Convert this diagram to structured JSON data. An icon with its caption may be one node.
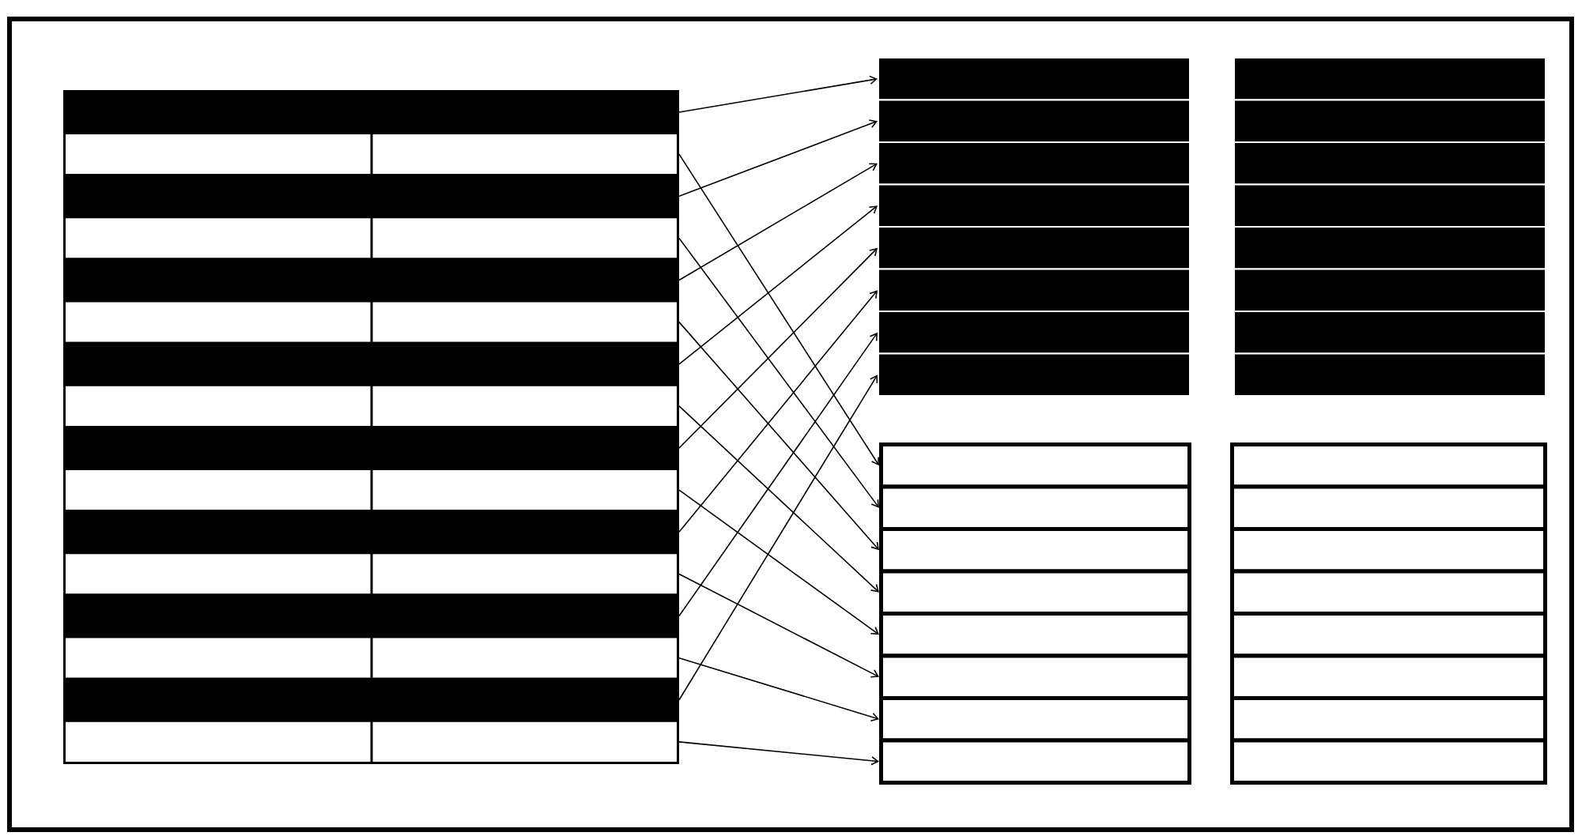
{
  "diagram": {
    "nodes": [
      {
        "text": [],
        "shape": "bar"
      },
      {
        "text": [],
        "shape": "bar"
      },
      {
        "text": [],
        "shape": "bar"
      },
      {
        "text": [],
        "shape": "bar"
      },
      {
        "text": [],
        "shape": "bar"
      },
      {
        "text": [],
        "shape": "bar"
      },
      {
        "text": [],
        "shape": "bar"
      },
      {
        "text": [],
        "shape": "bar"
      },
      {
        "text": [],
        "shape": "bar"
      },
      {
        "text": [],
        "shape": "bar"
      },
      {
        "text": [],
        "shape": "bar"
      },
      {
        "text": [],
        "shape": "bar"
      },
      {
        "text": [],
        "shape": "bar"
      },
      {
        "text": [],
        "shape": "bar"
      },
      {
        "text": [],
        "shape": "bar"
      },
      {
        "text": [],
        "shape": "bar"
      },
      {
        "text": [],
        "shape": "bar"
      },
      {
        "text": [],
        "shape": "bar"
      },
      {
        "text": [],
        "shape": "bar"
      },
      {
        "text": [],
        "shape": "bar"
      },
      {
        "text": [],
        "shape": "bar"
      },
      {
        "text": [],
        "shape": "bar"
      },
      {
        "text": [],
        "shape": "bar"
      },
      {
        "text": [],
        "shape": "bar"
      },
      {
        "text": [],
        "shape": "bar"
      },
      {
        "text": [],
        "shape": "bar"
      },
      {
        "text": [],
        "shape": "bar"
      },
      {
        "text": [],
        "shape": "bar"
      },
      {
        "text": [],
        "shape": "bar"
      },
      {
        "text": [],
        "shape": "bar"
      },
      {
        "text": [],
        "shape": "bar"
      },
      {
        "text": [],
        "shape": "bar"
      },
      {
        "text": [],
        "shape": "bar"
      },
      {
        "text": [],
        "shape": "bar"
      },
      {
        "text": [],
        "shape": "bar"
      },
      {
        "text": [],
        "shape": "bar"
      },
      {
        "text": [],
        "shape": "bar"
      },
      {
        "text": [],
        "shape": "bar"
      },
      {
        "text": [],
        "shape": "bar"
      },
      {
        "text": [],
        "shape": "bar"
      },
      {
        "text": [],
        "shape": "bar"
      },
      {
        "text": [],
        "shape": "bar"
      },
      {
        "text": [],
        "shape": "bar"
      },
      {
        "text": [],
        "shape": "bar"
      },
      {
        "text": [],
        "shape": "bar"
      },
      {
        "text": [],
        "shape": "bar"
      },
      {
        "text": [],
        "shape": "bar"
      },
      {
        "text": [],
        "shape": "bar"
      }
    ],
    "edges": [
      {
        "from": 0,
        "to": 16,
        "arrow": "to"
      },
      {
        "from": 1,
        "to": 32,
        "arrow": "to"
      },
      {
        "from": 2,
        "to": 17,
        "arrow": "to"
      },
      {
        "from": 3,
        "to": 33,
        "arrow": "to"
      },
      {
        "from": 4,
        "to": 18,
        "arrow": "to"
      },
      {
        "from": 5,
        "to": 34,
        "arrow": "to"
      },
      {
        "from": 6,
        "to": 19,
        "arrow": "to"
      },
      {
        "from": 7,
        "to": 35,
        "arrow": "to"
      },
      {
        "from": 8,
        "to": 20,
        "arrow": "to"
      },
      {
        "from": 9,
        "to": 36,
        "arrow": "to"
      },
      {
        "from": 10,
        "to": 21,
        "arrow": "to"
      },
      {
        "from": 11,
        "to": 37,
        "arrow": "to"
      },
      {
        "from": 12,
        "to": 22,
        "arrow": "to"
      },
      {
        "from": 13,
        "to": 38,
        "arrow": "to"
      },
      {
        "from": 14,
        "to": 23,
        "arrow": "to"
      },
      {
        "from": 15,
        "to": 39,
        "arrow": "to"
      }
    ]
  }
}
